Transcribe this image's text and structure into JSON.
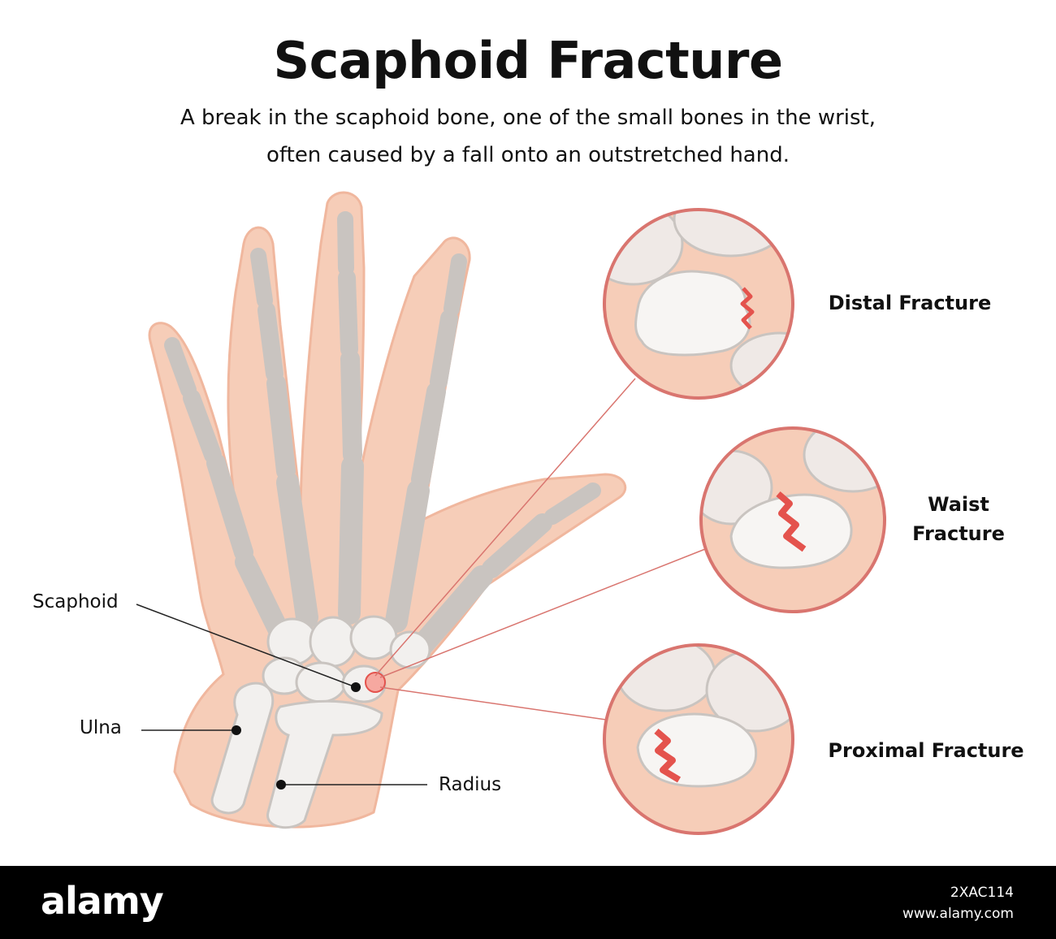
{
  "header": {
    "title": "Scaphoid Fracture",
    "subtitle_line1": "A break in the scaphoid bone, one of the small bones in the wrist,",
    "subtitle_line2": "often caused by a fall onto an outstretched hand."
  },
  "labels": {
    "scaphoid": "Scaphoid",
    "ulna": "Ulna",
    "radius": "Radius"
  },
  "fractures": {
    "distal": "Distal Fracture",
    "waist_line1": "Waist",
    "waist_line2": "Fracture",
    "proximal": "Proximal Fracture"
  },
  "footer": {
    "brand": "alamy",
    "image_id": "2XAC114",
    "site": "www.alamy.com"
  },
  "colors": {
    "skin": "#f6cdb8",
    "skin_outline": "#f0b79e",
    "bone": "#f2f0ee",
    "bone_outline": "#c9c4c0",
    "circle_border": "#d9756f",
    "fracture": "#e4534d",
    "leader": "#222222"
  }
}
